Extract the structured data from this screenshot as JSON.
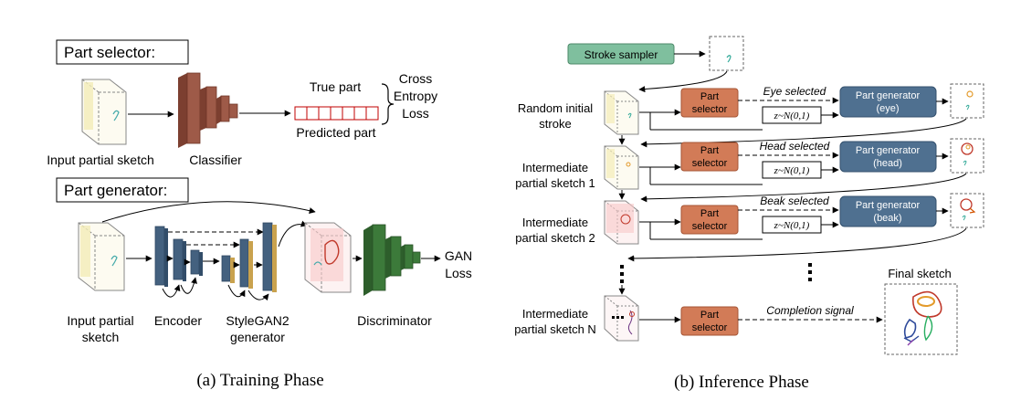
{
  "training": {
    "part_selector_title": "Part selector:",
    "part_generator_title": "Part generator:",
    "input_partial_sketch": "Input partial sketch",
    "classifier": "Classifier",
    "true_part": "True part",
    "predicted_part": "Predicted part",
    "loss_line1": "Cross",
    "loss_line2": "Entropy",
    "loss_line3": "Loss",
    "gen_input_line1": "Input partial",
    "gen_input_line2": "sketch",
    "encoder": "Encoder",
    "stylegan_line1": "StyleGAN2",
    "stylegan_line2": "generator",
    "discriminator": "Discriminator",
    "gan_line1": "GAN",
    "gan_line2": "Loss",
    "caption": "(a) Training Phase"
  },
  "inference": {
    "stroke_sampler": "Stroke sampler",
    "part_line1": "Part",
    "part_line2": "selector",
    "part_generator": "Part generator",
    "noise": "z~N(0,1)",
    "rows": [
      {
        "label1": "Random initial",
        "label2": "stroke",
        "selected": "Eye selected",
        "gen_part": "(eye)"
      },
      {
        "label1": "Intermediate",
        "label2": "partial sketch 1",
        "selected": "Head selected",
        "gen_part": "(head)"
      },
      {
        "label1": "Intermediate",
        "label2": "partial sketch 2",
        "selected": "Beak selected",
        "gen_part": "(beak)"
      }
    ],
    "last_label1": "Intermediate",
    "last_label2": "partial sketch N",
    "completion_signal": "Completion signal",
    "final_sketch": "Final sketch",
    "caption": "(b) Inference Phase"
  },
  "colors": {
    "classifier": "#9e5a48",
    "encoder": "#44617f",
    "generator_gold": "#c9a24e",
    "discriminator": "#3c7a3a",
    "predicted": "#c00000",
    "stroke_sampler": "#7fbf9e",
    "part_selector": "#d27b57",
    "part_generator": "#4f7090"
  }
}
